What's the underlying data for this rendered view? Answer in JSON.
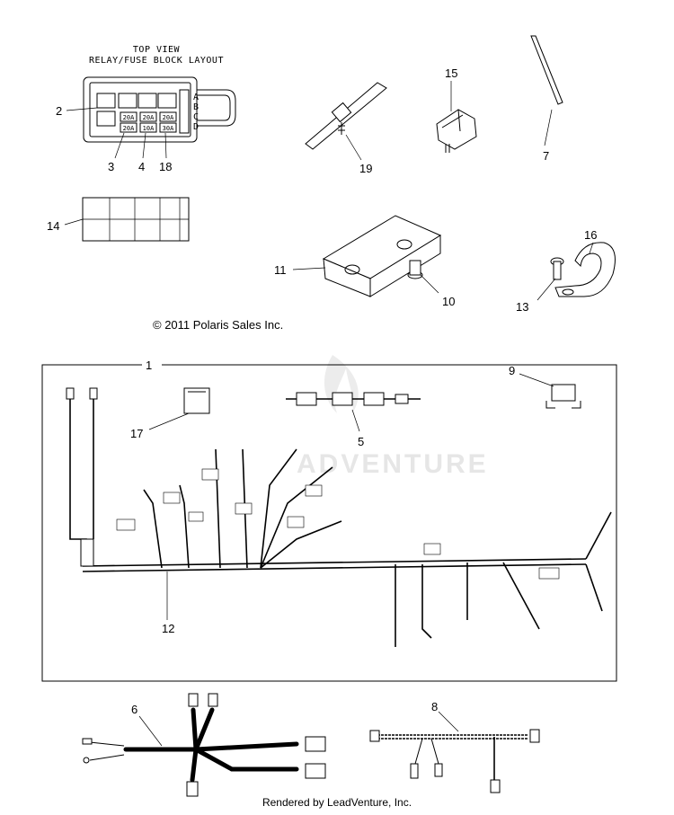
{
  "fuse_block": {
    "title_line1": "TOP VIEW",
    "title_line2": "RELAY/FUSE BLOCK LAYOUT",
    "row_labels": [
      "A",
      "B",
      "C",
      "D"
    ],
    "fuses_row1": [
      "20A",
      "20A",
      "20A"
    ],
    "fuses_row2": [
      "20A",
      "10A",
      "30A"
    ]
  },
  "callouts": {
    "c1": "1",
    "c2": "2",
    "c3": "3",
    "c4": "4",
    "c5": "5",
    "c6": "6",
    "c7": "7",
    "c8": "8",
    "c9": "9",
    "c10": "10",
    "c11": "11",
    "c12": "12",
    "c13": "13",
    "c14": "14",
    "c15": "15",
    "c16": "16",
    "c17": "17",
    "c18": "18",
    "c19": "19"
  },
  "copyright": "© 2011 Polaris Sales Inc.",
  "watermark": "ADVENTURE",
  "footer": "Rendered by LeadVenture, Inc."
}
